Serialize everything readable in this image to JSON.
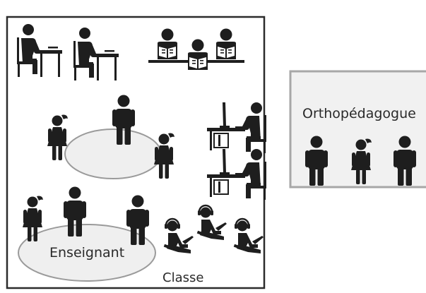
{
  "labels": {
    "support_room": "Orthopédagogue",
    "teacher_group": "Enseignant",
    "classroom": "Classe"
  },
  "colors": {
    "figure": "#1e1e1e",
    "frame": "#2b2b2b",
    "ellipse_fill": "#efefef",
    "ellipse_stroke": "#9a9a9a",
    "room_fill": "#f1f1f1",
    "room_stroke": "#a7a7a7"
  },
  "icons": [
    "student-at-desk-icon",
    "reading-student-icon",
    "boy-icon",
    "girl-icon",
    "computer-student-icon",
    "headphones-student-icon"
  ]
}
